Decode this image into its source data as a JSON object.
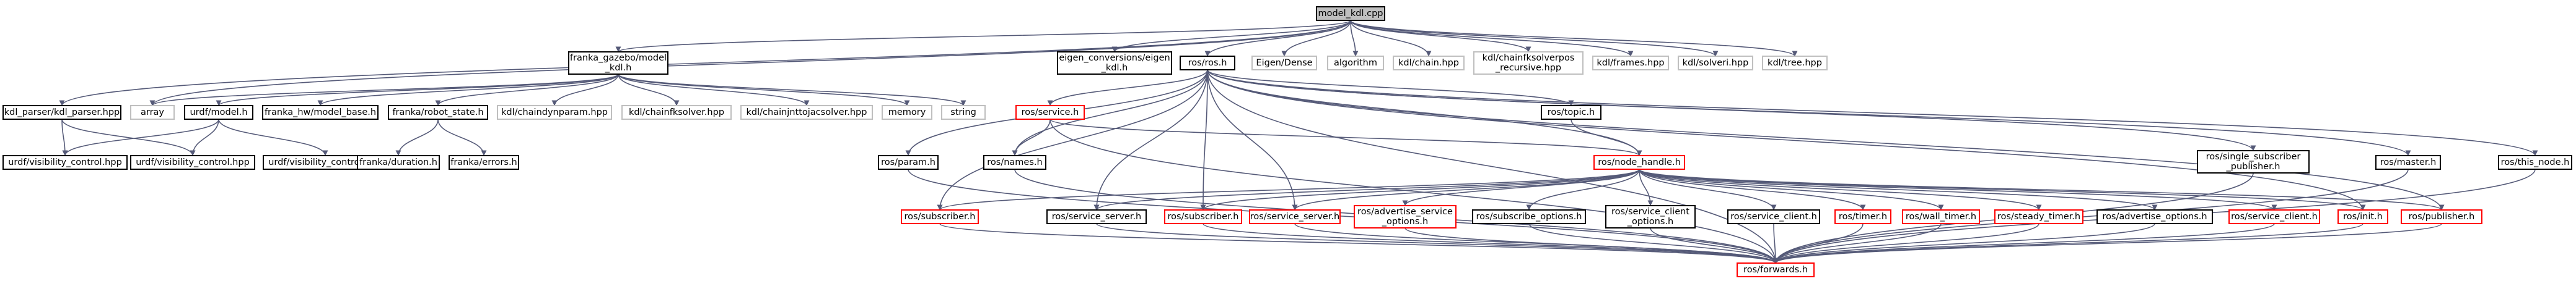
{
  "colors": {
    "root_fill": "#bfbfbf",
    "node_fill": "#ffffff",
    "found_stroke": "#000000",
    "external_stroke": "#bfbfbf",
    "linked_stroke": "#ff0000",
    "edge": "#555a78",
    "text": "#000000"
  },
  "nodes": [
    {
      "id": "kdl_cpp",
      "label": [
        "model_kdl.cpp"
      ],
      "style": "root"
    },
    {
      "id": "kdl_parser_hpp",
      "label": [
        "kdl_parser/kdl_parser.hpp"
      ],
      "style": "found"
    },
    {
      "id": "franka_gazebo_model_kdl_h",
      "label": [
        "franka_gazebo/model",
        "_kdl.h"
      ],
      "style": "found"
    },
    {
      "id": "eigen_conversions_eigen_kdl_h",
      "label": [
        "eigen_conversions/eigen",
        "_kdl.h"
      ],
      "style": "found"
    },
    {
      "id": "ros_ros_h",
      "label": [
        "ros/ros.h"
      ],
      "style": "found"
    },
    {
      "id": "eigen_dense",
      "label": [
        "Eigen/Dense"
      ],
      "style": "external"
    },
    {
      "id": "algorithm",
      "label": [
        "algorithm"
      ],
      "style": "external"
    },
    {
      "id": "kdl_chain_hpp",
      "label": [
        "kdl/chain.hpp"
      ],
      "style": "external"
    },
    {
      "id": "kdl_chainfksolverpos_recursive_hpp",
      "label": [
        "kdl/chainfksolverpos",
        "_recursive.hpp"
      ],
      "style": "external"
    },
    {
      "id": "kdl_frames_hpp",
      "label": [
        "kdl/frames.hpp"
      ],
      "style": "external"
    },
    {
      "id": "kdl_solveri_hpp",
      "label": [
        "kdl/solveri.hpp"
      ],
      "style": "external"
    },
    {
      "id": "kdl_tree_hpp",
      "label": [
        "kdl/tree.hpp"
      ],
      "style": "external"
    },
    {
      "id": "array",
      "label": [
        "array"
      ],
      "style": "external"
    },
    {
      "id": "urdf_model_h",
      "label": [
        "urdf/model.h"
      ],
      "style": "found"
    },
    {
      "id": "franka_hw_model_base_h",
      "label": [
        "franka_hw/model_base.h"
      ],
      "style": "found"
    },
    {
      "id": "franka_robot_state_h",
      "label": [
        "franka/robot_state.h"
      ],
      "style": "found"
    },
    {
      "id": "kdl_chaindynparam_hpp",
      "label": [
        "kdl/chaindynparam.hpp"
      ],
      "style": "external"
    },
    {
      "id": "kdl_chainfksolver_hpp",
      "label": [
        "kdl/chainfksolver.hpp"
      ],
      "style": "external"
    },
    {
      "id": "kdl_chainjnttojacsolver_hpp",
      "label": [
        "kdl/chainjnttojacsolver.hpp"
      ],
      "style": "external"
    },
    {
      "id": "memory",
      "label": [
        "memory"
      ],
      "style": "external"
    },
    {
      "id": "string",
      "label": [
        "string"
      ],
      "style": "external"
    },
    {
      "id": "urdf_visibility_control_hpp_a",
      "label": [
        "urdf/visibility_control.hpp"
      ],
      "style": "found"
    },
    {
      "id": "urdf_visibility_control_hpp_b",
      "label": [
        "urdf/visibility_control.hpp"
      ],
      "style": "found"
    },
    {
      "id": "urdf_visibility_control_hpp_c",
      "label": [
        "urdf/visibility_control.hpp"
      ],
      "style": "found"
    },
    {
      "id": "franka_duration_h",
      "label": [
        "franka/duration.h"
      ],
      "style": "found"
    },
    {
      "id": "franka_errors_h",
      "label": [
        "franka/errors.h"
      ],
      "style": "found"
    },
    {
      "id": "ros_service_h",
      "label": [
        "ros/service.h"
      ],
      "style": "linked"
    },
    {
      "id": "ros_topic_h",
      "label": [
        "ros/topic.h"
      ],
      "style": "found"
    },
    {
      "id": "ros_single_subscriber_publisher_h",
      "label": [
        "ros/single_subscriber",
        "_publisher.h"
      ],
      "style": "found"
    },
    {
      "id": "ros_master_h",
      "label": [
        "ros/master.h"
      ],
      "style": "found"
    },
    {
      "id": "ros_this_node_h",
      "label": [
        "ros/this_node.h"
      ],
      "style": "found"
    },
    {
      "id": "ros_param_h",
      "label": [
        "ros/param.h"
      ],
      "style": "found"
    },
    {
      "id": "ros_names_h",
      "label": [
        "ros/names.h"
      ],
      "style": "found"
    },
    {
      "id": "ros_node_handle_h",
      "label": [
        "ros/node_handle.h"
      ],
      "style": "linked"
    },
    {
      "id": "ros_subscriber_h_a",
      "label": [
        "ros/subscriber.h"
      ],
      "style": "linked"
    },
    {
      "id": "ros_service_server_h_a",
      "label": [
        "ros/service_server.h"
      ],
      "style": "found"
    },
    {
      "id": "ros_subscriber_h_b",
      "label": [
        "ros/subscriber.h"
      ],
      "style": "linked"
    },
    {
      "id": "ros_service_server_h_b",
      "label": [
        "ros/service_server.h"
      ],
      "style": "linked"
    },
    {
      "id": "ros_advertise_service_options_h",
      "label": [
        "ros/advertise_service",
        "_options.h"
      ],
      "style": "linked"
    },
    {
      "id": "ros_subscribe_options_h",
      "label": [
        "ros/subscribe_options.h"
      ],
      "style": "found"
    },
    {
      "id": "ros_service_client_options_h",
      "label": [
        "ros/service_client",
        "_options.h"
      ],
      "style": "found"
    },
    {
      "id": "ros_service_client_h_a",
      "label": [
        "ros/service_client.h"
      ],
      "style": "found"
    },
    {
      "id": "ros_timer_h",
      "label": [
        "ros/timer.h"
      ],
      "style": "linked"
    },
    {
      "id": "ros_wall_timer_h",
      "label": [
        "ros/wall_timer.h"
      ],
      "style": "linked"
    },
    {
      "id": "ros_steady_timer_h",
      "label": [
        "ros/steady_timer.h"
      ],
      "style": "linked"
    },
    {
      "id": "ros_advertise_options_h",
      "label": [
        "ros/advertise_options.h"
      ],
      "style": "found"
    },
    {
      "id": "ros_service_client_h_b",
      "label": [
        "ros/service_client.h"
      ],
      "style": "linked"
    },
    {
      "id": "ros_init_h",
      "label": [
        "ros/init.h"
      ],
      "style": "linked"
    },
    {
      "id": "ros_publisher_h",
      "label": [
        "ros/publisher.h"
      ],
      "style": "linked"
    },
    {
      "id": "ros_forwards_h",
      "label": [
        "ros/forwards.h"
      ],
      "style": "linked"
    }
  ],
  "edges": [
    [
      "kdl_cpp",
      "kdl_parser_hpp"
    ],
    [
      "kdl_cpp",
      "franka_gazebo_model_kdl_h"
    ],
    [
      "kdl_cpp",
      "eigen_conversions_eigen_kdl_h"
    ],
    [
      "kdl_cpp",
      "ros_ros_h"
    ],
    [
      "kdl_cpp",
      "eigen_dense"
    ],
    [
      "kdl_cpp",
      "algorithm"
    ],
    [
      "kdl_cpp",
      "kdl_chain_hpp"
    ],
    [
      "kdl_cpp",
      "kdl_chainfksolverpos_recursive_hpp"
    ],
    [
      "kdl_cpp",
      "kdl_frames_hpp"
    ],
    [
      "kdl_cpp",
      "kdl_solveri_hpp"
    ],
    [
      "kdl_cpp",
      "kdl_tree_hpp"
    ],
    [
      "kdl_cpp",
      "array"
    ],
    [
      "kdl_parser_hpp",
      "urdf_visibility_control_hpp_a"
    ],
    [
      "kdl_parser_hpp",
      "urdf_visibility_control_hpp_b"
    ],
    [
      "franka_gazebo_model_kdl_h",
      "array"
    ],
    [
      "franka_gazebo_model_kdl_h",
      "urdf_model_h"
    ],
    [
      "franka_gazebo_model_kdl_h",
      "franka_hw_model_base_h"
    ],
    [
      "franka_gazebo_model_kdl_h",
      "franka_robot_state_h"
    ],
    [
      "franka_gazebo_model_kdl_h",
      "kdl_chaindynparam_hpp"
    ],
    [
      "franka_gazebo_model_kdl_h",
      "kdl_chainfksolver_hpp"
    ],
    [
      "franka_gazebo_model_kdl_h",
      "kdl_chainjnttojacsolver_hpp"
    ],
    [
      "franka_gazebo_model_kdl_h",
      "memory"
    ],
    [
      "franka_gazebo_model_kdl_h",
      "string"
    ],
    [
      "urdf_model_h",
      "urdf_visibility_control_hpp_a"
    ],
    [
      "urdf_model_h",
      "urdf_visibility_control_hpp_b"
    ],
    [
      "urdf_model_h",
      "urdf_visibility_control_hpp_c"
    ],
    [
      "franka_robot_state_h",
      "franka_duration_h"
    ],
    [
      "franka_robot_state_h",
      "franka_errors_h"
    ],
    [
      "ros_ros_h",
      "ros_service_h"
    ],
    [
      "ros_ros_h",
      "ros_topic_h"
    ],
    [
      "ros_ros_h",
      "ros_single_subscriber_publisher_h"
    ],
    [
      "ros_ros_h",
      "ros_master_h"
    ],
    [
      "ros_ros_h",
      "ros_this_node_h"
    ],
    [
      "ros_ros_h",
      "ros_param_h"
    ],
    [
      "ros_ros_h",
      "ros_names_h"
    ],
    [
      "ros_ros_h",
      "ros_node_handle_h"
    ],
    [
      "ros_ros_h",
      "ros_subscriber_h_a"
    ],
    [
      "ros_ros_h",
      "ros_service_server_h_a"
    ],
    [
      "ros_ros_h",
      "ros_subscriber_h_b"
    ],
    [
      "ros_ros_h",
      "ros_service_server_h_b"
    ],
    [
      "ros_ros_h",
      "ros_init_h"
    ],
    [
      "ros_ros_h",
      "ros_publisher_h"
    ],
    [
      "ros_ros_h",
      "ros_forwards_h"
    ],
    [
      "ros_service_h",
      "ros_names_h"
    ],
    [
      "ros_service_h",
      "ros_node_handle_h"
    ],
    [
      "ros_service_h",
      "ros_forwards_h"
    ],
    [
      "ros_topic_h",
      "ros_node_handle_h"
    ],
    [
      "ros_single_subscriber_publisher_h",
      "ros_forwards_h"
    ],
    [
      "ros_master_h",
      "ros_forwards_h"
    ],
    [
      "ros_this_node_h",
      "ros_forwards_h"
    ],
    [
      "ros_param_h",
      "ros_forwards_h"
    ],
    [
      "ros_names_h",
      "ros_forwards_h"
    ],
    [
      "ros_node_handle_h",
      "ros_subscriber_h_a"
    ],
    [
      "ros_node_handle_h",
      "ros_service_server_h_a"
    ],
    [
      "ros_node_handle_h",
      "ros_subscriber_h_b"
    ],
    [
      "ros_node_handle_h",
      "ros_service_server_h_b"
    ],
    [
      "ros_node_handle_h",
      "ros_advertise_service_options_h"
    ],
    [
      "ros_node_handle_h",
      "ros_subscribe_options_h"
    ],
    [
      "ros_node_handle_h",
      "ros_service_client_options_h"
    ],
    [
      "ros_node_handle_h",
      "ros_service_client_h_a"
    ],
    [
      "ros_node_handle_h",
      "ros_timer_h"
    ],
    [
      "ros_node_handle_h",
      "ros_wall_timer_h"
    ],
    [
      "ros_node_handle_h",
      "ros_steady_timer_h"
    ],
    [
      "ros_node_handle_h",
      "ros_advertise_options_h"
    ],
    [
      "ros_node_handle_h",
      "ros_service_client_h_b"
    ],
    [
      "ros_node_handle_h",
      "ros_init_h"
    ],
    [
      "ros_node_handle_h",
      "ros_publisher_h"
    ],
    [
      "ros_subscriber_h_a",
      "ros_forwards_h"
    ],
    [
      "ros_service_server_h_a",
      "ros_forwards_h"
    ],
    [
      "ros_subscriber_h_b",
      "ros_forwards_h"
    ],
    [
      "ros_service_server_h_b",
      "ros_forwards_h"
    ],
    [
      "ros_advertise_service_options_h",
      "ros_forwards_h"
    ],
    [
      "ros_subscribe_options_h",
      "ros_forwards_h"
    ],
    [
      "ros_service_client_options_h",
      "ros_forwards_h"
    ],
    [
      "ros_service_client_h_a",
      "ros_forwards_h"
    ],
    [
      "ros_timer_h",
      "ros_forwards_h"
    ],
    [
      "ros_wall_timer_h",
      "ros_forwards_h"
    ],
    [
      "ros_steady_timer_h",
      "ros_forwards_h"
    ],
    [
      "ros_advertise_options_h",
      "ros_forwards_h"
    ],
    [
      "ros_service_client_h_b",
      "ros_forwards_h"
    ],
    [
      "ros_init_h",
      "ros_forwards_h"
    ],
    [
      "ros_publisher_h",
      "ros_forwards_h"
    ]
  ]
}
